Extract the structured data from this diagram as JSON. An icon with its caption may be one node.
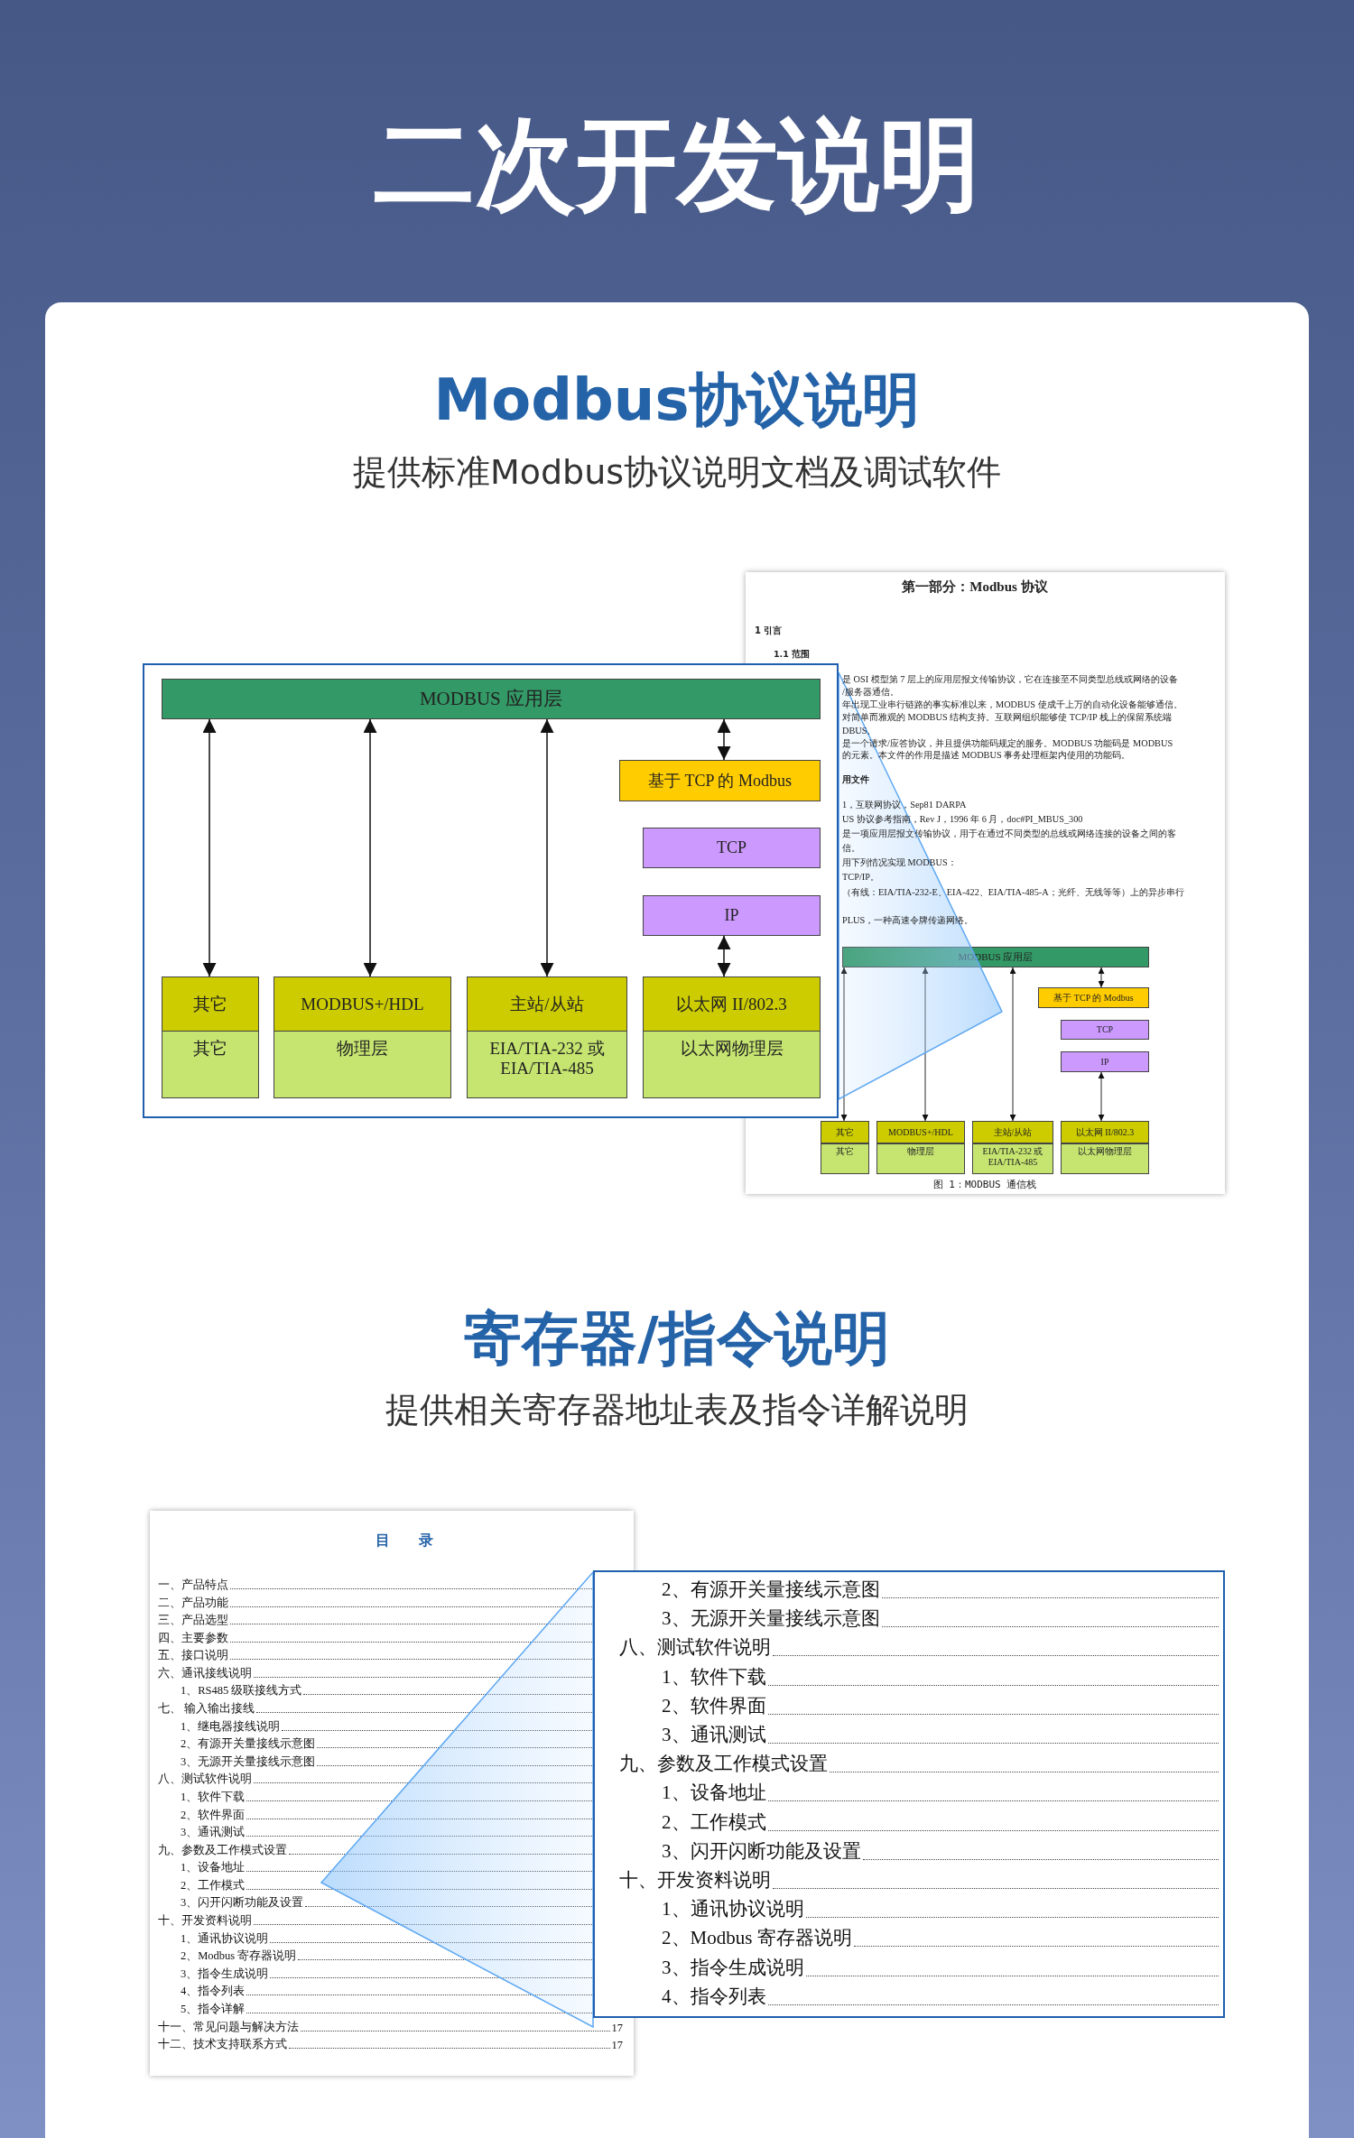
{
  "diagram": {
    "title": "二次开发说明",
    "nodes": [
      {
        "text": [
          "MODBUS 应用层"
        ]
      },
      {
        "text": [
          "基于 TCP 的 Modbus"
        ]
      },
      {
        "text": [
          "TCP"
        ]
      },
      {
        "text": [
          "IP"
        ]
      },
      {
        "text": [
          "其它"
        ]
      },
      {
        "text": [
          "MODBUS+/HDL"
        ]
      },
      {
        "text": [
          "主站/从站"
        ]
      },
      {
        "text": [
          "以太网 II/802.3"
        ]
      },
      {
        "text": [
          "其它"
        ]
      },
      {
        "text": [
          "物理层"
        ]
      },
      {
        "text": [
          "EIA/TIA-232 或 EIA/TIA-485"
        ]
      },
      {
        "text": [
          "以太网物理层"
        ]
      },
      {
        "text": [
          "MODBUS 应用层"
        ]
      },
      {
        "text": [
          "基于 TCP 的 Modbus"
        ]
      },
      {
        "text": [
          "TCP"
        ]
      },
      {
        "text": [
          "IP"
        ]
      },
      {
        "text": [
          "其它"
        ]
      },
      {
        "text": [
          "MODBUS+/HDL"
        ]
      },
      {
        "text": [
          "主站/从站"
        ]
      },
      {
        "text": [
          "以太网 II/802.3"
        ]
      },
      {
        "text": [
          "其它"
        ]
      },
      {
        "text": [
          "物理层"
        ]
      },
      {
        "text": [
          "EIA/TIA-232 或 EIA/TIA-485"
        ]
      },
      {
        "text": [
          "以太网物理层"
        ]
      }
    ],
    "edges": [
      {
        "from": 0,
        "to": 4,
        "arrow": "both"
      },
      {
        "from": 0,
        "to": 5,
        "arrow": "both"
      },
      {
        "from": 0,
        "to": 6,
        "arrow": "both"
      },
      {
        "from": 0,
        "to": 1,
        "arrow": "both"
      },
      {
        "from": 3,
        "to": 7,
        "arrow": "both"
      },
      {
        "from": 12,
        "to": 16,
        "arrow": "both"
      },
      {
        "from": 12,
        "to": 17,
        "arrow": "both"
      },
      {
        "from": 12,
        "to": 18,
        "arrow": "both"
      },
      {
        "from": 12,
        "to": 13,
        "arrow": "both"
      },
      {
        "from": 15,
        "to": 19,
        "arrow": "both"
      }
    ],
    "labels": [
      "Modbus协议说明",
      "提供标准Modbus协议说明文档及调试软件",
      "第一部分：Modbus 协议",
      "1 引言",
      "1.1 范围",
      "是 OSI 模型第 7 层上的应用层报文传输协议，它在连接至不同类型总线或网络的设备",
      "/服务器通信。",
      "年出现工业串行链路的事实标准以来，MODBUS 使成千上万的自动化设备能够通信。",
      "对简单而雅观的 MODBUS 结构支持。互联网组织能够使 TCP/IP 栈上的保留系统端",
      "DBUS。",
      "是一个请求/应答协议，并且提供功能码规定的服务。MODBUS 功能码是 MODBUS",
      "的元素。本文件的作用是描述 MODBUS 事务处理框架内使用的功能码。",
      "用文件",
      "1，互联网协议，Sep81 DARPA",
      "US 协议参考指南，Rev J，1996 年 6 月，doc#PI_MBUS_300",
      "是一项应用层报文传输协议，用于在通过不同类型的总线或网络连接的设备之间的客",
      "信。",
      "用下列情况实现 MODBUS：",
      "TCP/IP。",
      "（有线：EIA/TIA-232-E、EIA-422、EIA/TIA-485-A；光纤、无线等等）上的异步串行",
      "PLUS，一种高速令牌传递网络。",
      "图 1：MODBUS 通信栈",
      "寄存器/指令说明",
      "提供相关寄存器地址表及指令详解说明",
      "目 录",
      "一、产品特点",
      "二、产品功能",
      "三、产品选型",
      "四、主要参数",
      "五、接口说明",
      "六、通讯接线说明",
      "1、RS485 级联接线方式",
      "七、 输入输出接线",
      "1、继电器接线说明",
      "2、有源开关量接线示意图",
      "3、无源开关量接线示意图",
      "八、测试软件说明",
      "1、软件下载",
      "2、软件界面",
      "3、通讯测试",
      "九、参数及工作模式设置",
      "1、设备地址",
      "2、工作模式",
      "3、闪开闪断功能及设置",
      "十、开发资料说明",
      "1、通讯协议说明",
      "2、Modbus 寄存器说明",
      "3、指令生成说明",
      "4、指令列表",
      "5、指令详解",
      "十一、常见问题与解决方法",
      "17",
      "十二、技术支持联系方式",
      "17",
      "2、有源开关量接线示意图",
      "3、无源开关量接线示意图",
      "八、测试软件说明",
      "1、软件下载",
      "2、软件界面",
      "3、通讯测试",
      "九、参数及工作模式设置",
      "1、设备地址",
      "2、工作模式",
      "3、闪开闪断功能及设置",
      "十、开发资料说明",
      "1、通讯协议说明",
      "2、Modbus 寄存器说明",
      "3、指令生成说明",
      "4、指令列表"
    ]
  }
}
